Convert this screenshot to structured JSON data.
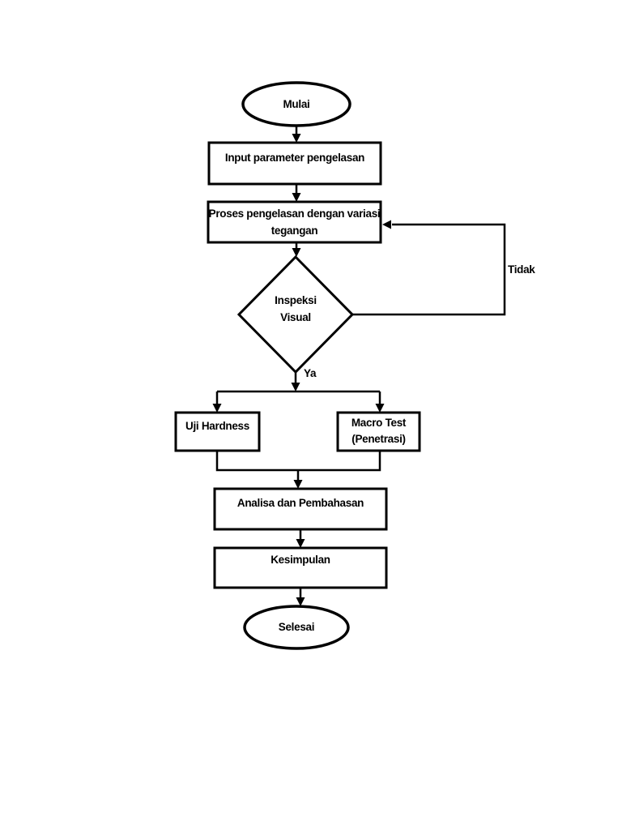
{
  "page": {
    "background_color": "#ffffff",
    "ink_color": "#000000"
  },
  "flowchart": {
    "title": "Welding process flowchart",
    "nodes": {
      "mulai": {
        "type": "terminator",
        "label": "Mulai"
      },
      "input": {
        "type": "process",
        "label": "Input parameter pengelasan"
      },
      "proses": {
        "type": "process",
        "lines": [
          "Proses pengelasan dengan variasi",
          "tegangan"
        ]
      },
      "inspeksi": {
        "type": "decision",
        "lines": [
          "Inspeksi",
          "Visual"
        ]
      },
      "uji": {
        "type": "process",
        "label": "Uji Hardness"
      },
      "macro": {
        "type": "process",
        "lines": [
          "Macro Test",
          "(Penetrasi)"
        ]
      },
      "analisa": {
        "type": "process",
        "label": "Analisa dan Pembahasan"
      },
      "kesimpulan": {
        "type": "process",
        "label": "Kesimpulan"
      },
      "selesai": {
        "type": "terminator",
        "label": "Selesai"
      }
    },
    "edge_labels": {
      "yes": "Ya",
      "no": "Tidak"
    }
  }
}
